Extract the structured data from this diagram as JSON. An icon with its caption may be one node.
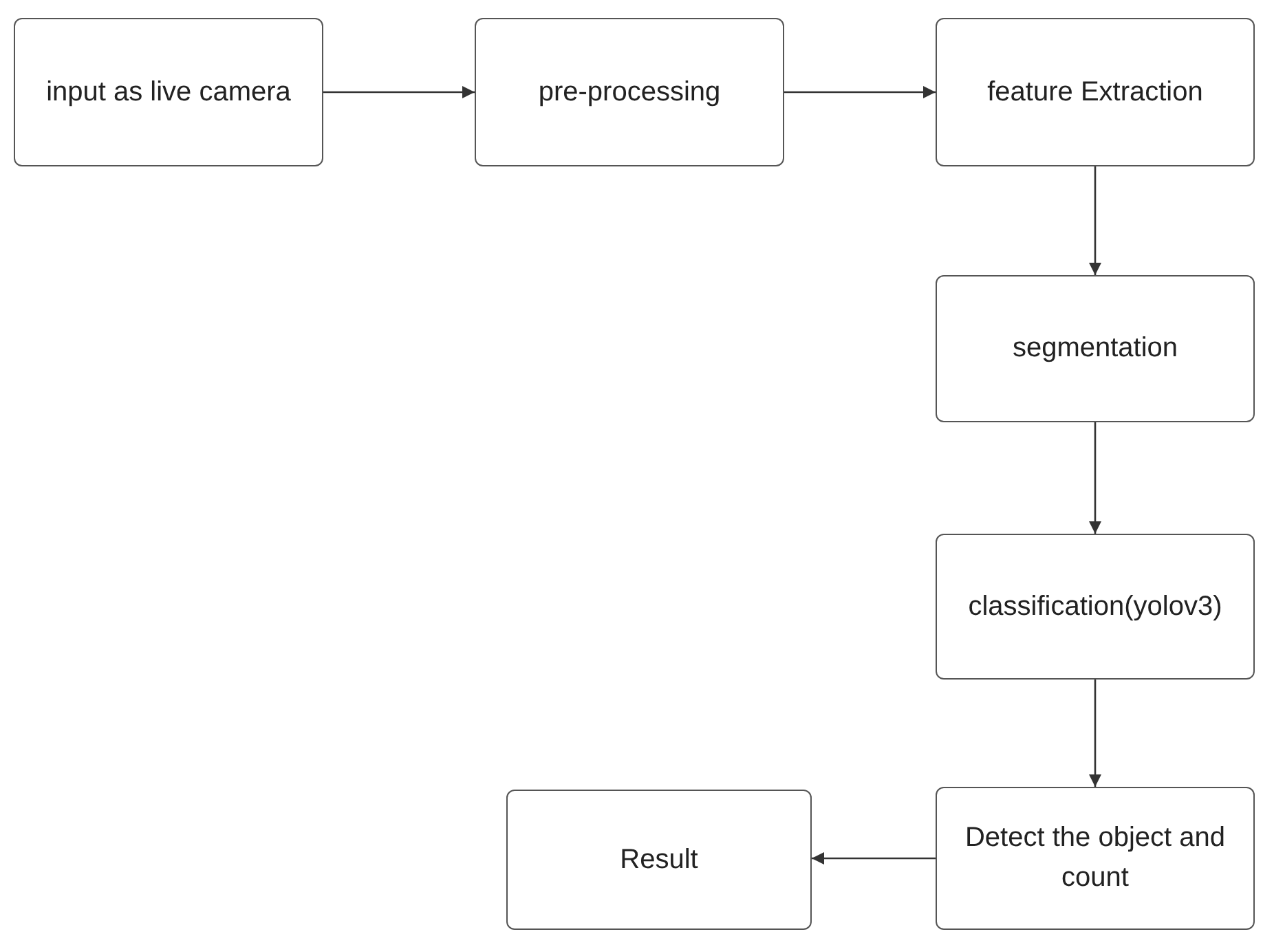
{
  "diagram": {
    "nodes": [
      {
        "text": [
          "input as live camera"
        ]
      },
      {
        "text": [
          "pre-processing"
        ]
      },
      {
        "text": [
          "feature Extraction"
        ]
      },
      {
        "text": [
          "segmentation"
        ]
      },
      {
        "text": [
          "classification(yolov3)"
        ]
      },
      {
        "text": [
          "Detect the object and count"
        ]
      },
      {
        "text": [
          "Result"
        ]
      }
    ],
    "edges": [
      {
        "from": 0,
        "to": 1,
        "arrow": "to"
      },
      {
        "from": 1,
        "to": 2,
        "arrow": "to"
      },
      {
        "from": 2,
        "to": 3,
        "arrow": "to"
      },
      {
        "from": 3,
        "to": 4,
        "arrow": "to"
      },
      {
        "from": 4,
        "to": 5,
        "arrow": "to"
      },
      {
        "from": 5,
        "to": 6,
        "arrow": "to"
      }
    ]
  }
}
